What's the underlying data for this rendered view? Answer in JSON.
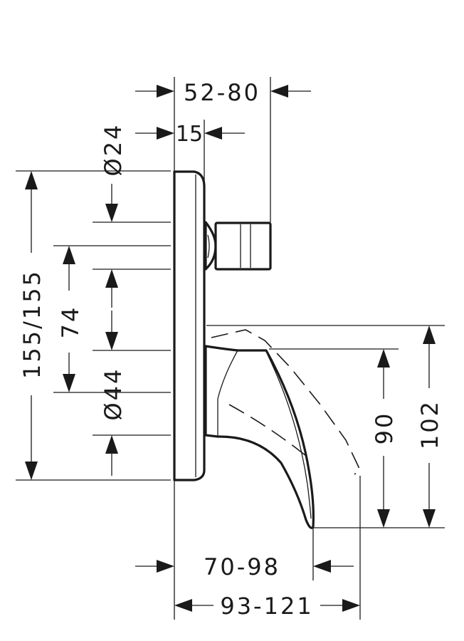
{
  "dimensions": {
    "top_overall": "52-80",
    "top_plate": "15",
    "left_diverter_dia": "Ø24",
    "left_height_total": "155/155",
    "left_offset": "74",
    "left_spout_dia": "Ø44",
    "right_inner": "90",
    "right_outer": "102",
    "bottom_inner": "70-98",
    "bottom_outer": "93-121"
  },
  "colors": {
    "line": "#1a1a1a",
    "background": "#ffffff"
  }
}
